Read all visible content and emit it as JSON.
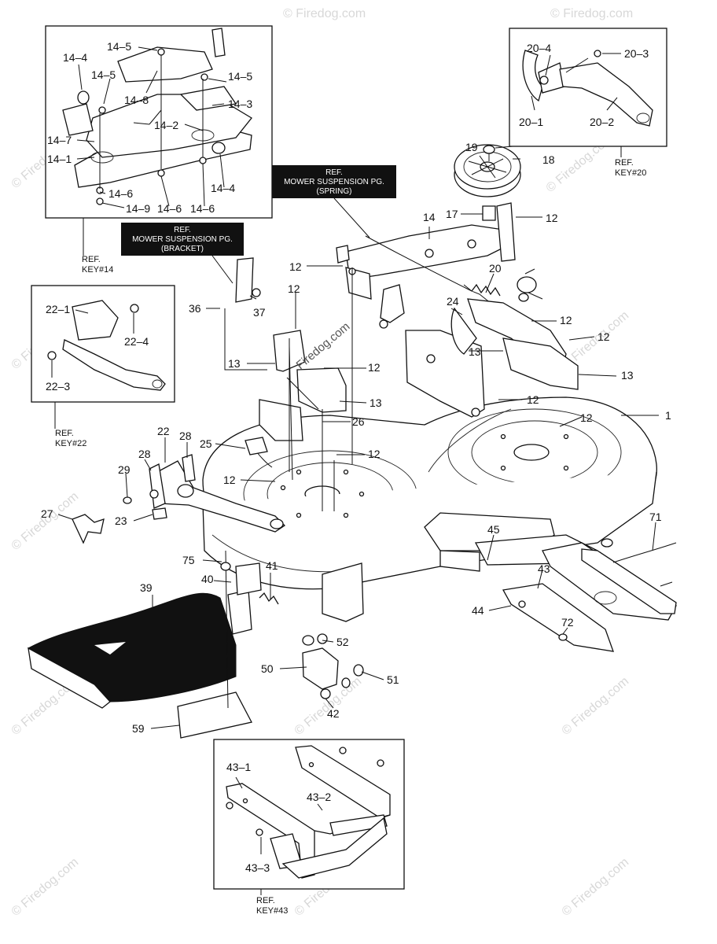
{
  "watermark": "© Firedog.com",
  "center_watermark": "Firedog.com",
  "ref_boxes": {
    "spring": [
      "REF.",
      "MOWER SUSPENSION PG.",
      "(SPRING)"
    ],
    "bracket": [
      "REF.",
      "MOWER SUSPENSION PG.",
      "(BRACKET)"
    ]
  },
  "ref_keys": {
    "key14": [
      "REF.",
      "KEY#14"
    ],
    "key20": [
      "REF.",
      "KEY#20"
    ],
    "key22": [
      "REF.",
      "KEY#22"
    ],
    "key43": [
      "REF.",
      "KEY#43"
    ]
  },
  "labels": {
    "l14_4a": "14–4",
    "l14_5a": "14–5",
    "l14_5b": "14–5",
    "l14_5c": "14–5",
    "l14_8": "14–8",
    "l14_3": "14–3",
    "l14_2": "14–2",
    "l14_7": "14–7",
    "l14_1": "14–1",
    "l14_6a": "14–6",
    "l14_9": "14–9",
    "l14_6b": "14–6",
    "l14_6c": "14–6",
    "l14_4b": "14–4",
    "l20_4": "20–4",
    "l20_3": "20–3",
    "l20_1": "20–1",
    "l20_2": "20–2",
    "l19": "19",
    "l18": "18",
    "l17": "17",
    "l14": "14",
    "l12a": "12",
    "l12b": "12",
    "l12c": "12",
    "l12d": "12",
    "l12e": "12",
    "l12f": "12",
    "l12g": "12",
    "l12h": "12",
    "l12i": "12",
    "l12j": "12",
    "l20": "20",
    "l24": "24",
    "l13a": "13",
    "l13b": "13",
    "l13c": "13",
    "l13d": "13",
    "l1": "1",
    "l36": "36",
    "l37": "37",
    "l22_1": "22–1",
    "l22_4": "22–4",
    "l22_3": "22–3",
    "l22": "22",
    "l28a": "28",
    "l28b": "28",
    "l25": "25",
    "l26": "26",
    "l29": "29",
    "l27": "27",
    "l23": "23",
    "l45": "45",
    "l71": "71",
    "l43": "43",
    "l44": "44",
    "l72": "72",
    "l75": "75",
    "l40": "40",
    "l41": "41",
    "l39": "39",
    "l52": "52",
    "l50": "50",
    "l51": "51",
    "l42": "42",
    "l59": "59",
    "l43_1": "43–1",
    "l43_2": "43–2",
    "l43_3": "43–3"
  }
}
